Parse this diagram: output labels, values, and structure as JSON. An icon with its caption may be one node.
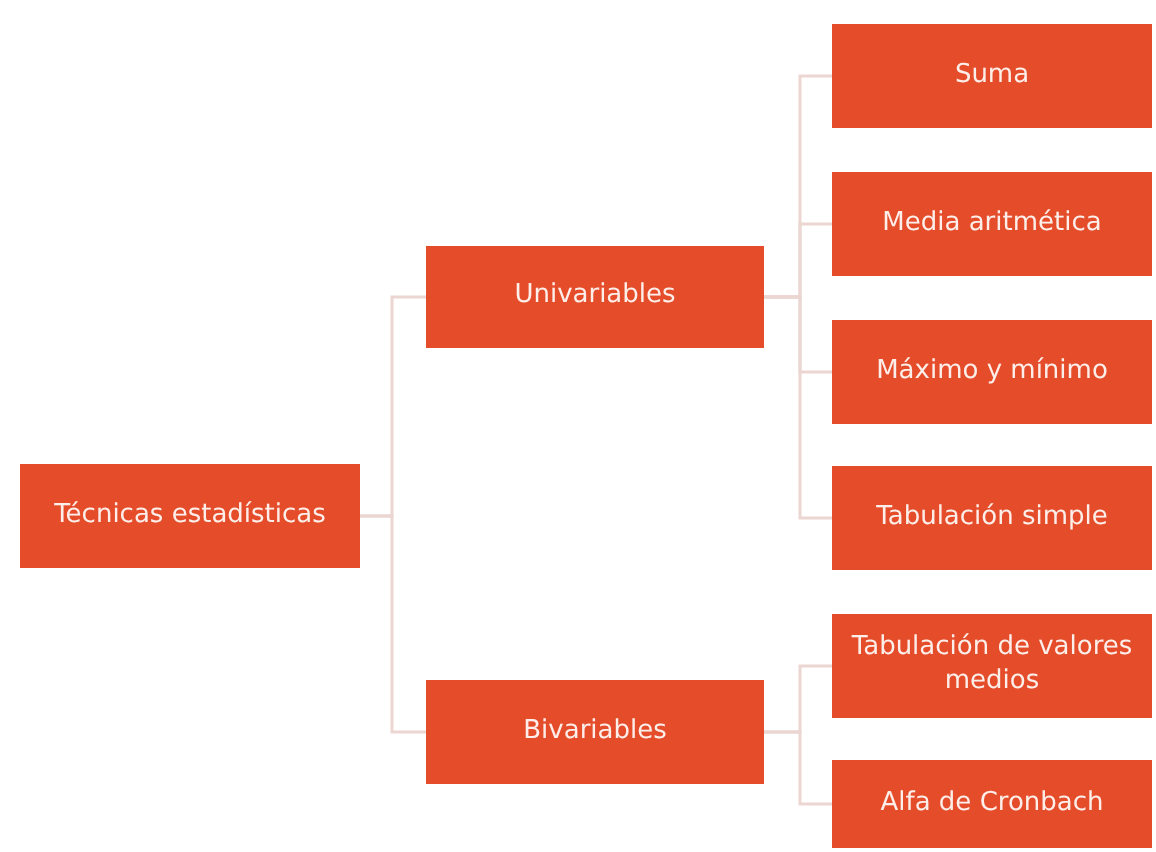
{
  "diagram": {
    "nodes": [
      {
        "text": [
          "Técnicas estadísticas"
        ]
      },
      {
        "text": [
          "Univariables"
        ]
      },
      {
        "text": [
          "Bivariables"
        ]
      },
      {
        "text": [
          "Suma"
        ]
      },
      {
        "text": [
          "Media aritmética"
        ]
      },
      {
        "text": [
          "Máximo y mínimo"
        ]
      },
      {
        "text": [
          "Tabulación simple"
        ]
      },
      {
        "text": [
          "Tabulación de valores medios"
        ]
      },
      {
        "text": [
          "Alfa de Cronbach"
        ]
      }
    ],
    "edges": [
      {
        "from": 0,
        "to": 1,
        "arrow": "none"
      },
      {
        "from": 0,
        "to": 2,
        "arrow": "none"
      },
      {
        "from": 1,
        "to": 3,
        "arrow": "none"
      },
      {
        "from": 1,
        "to": 4,
        "arrow": "none"
      },
      {
        "from": 1,
        "to": 5,
        "arrow": "none"
      },
      {
        "from": 1,
        "to": 6,
        "arrow": "none"
      },
      {
        "from": 2,
        "to": 7,
        "arrow": "none"
      },
      {
        "from": 2,
        "to": 8,
        "arrow": "none"
      }
    ]
  }
}
